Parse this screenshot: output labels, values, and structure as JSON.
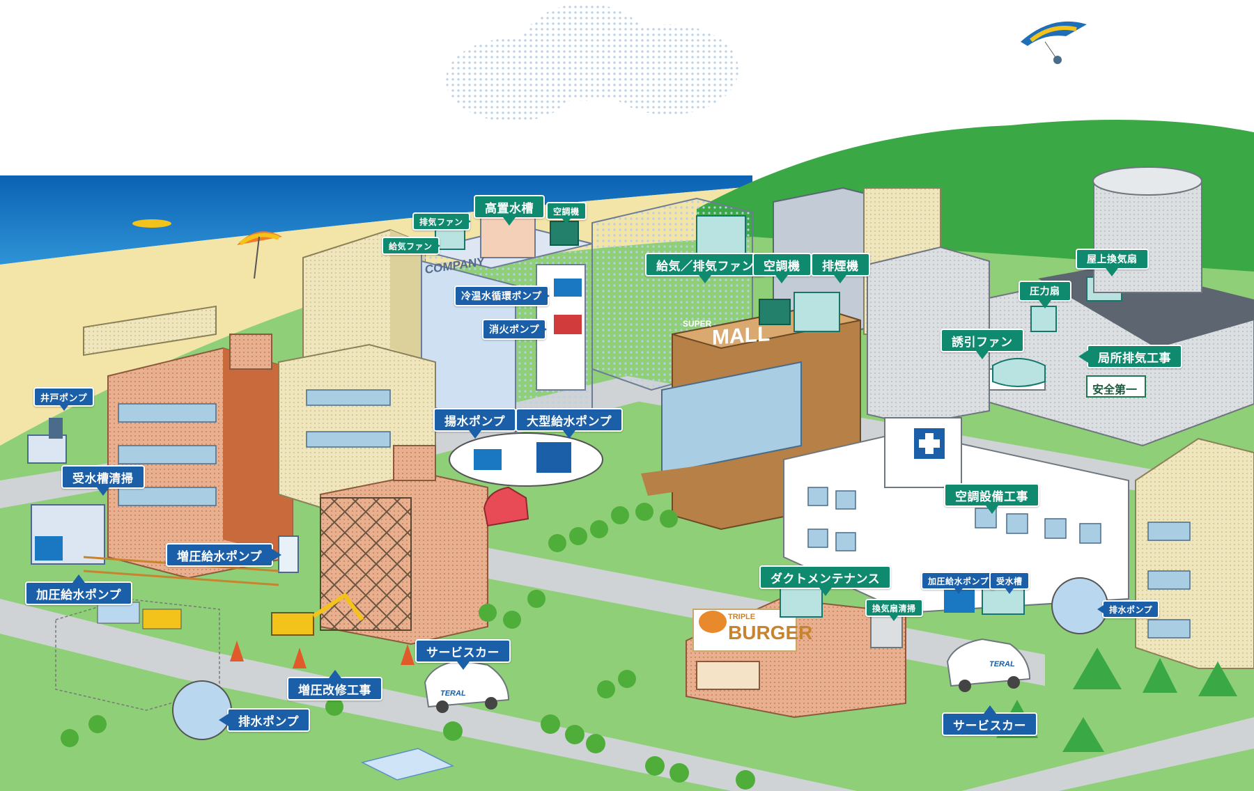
{
  "signs": {
    "company": "COMPANY",
    "mall_super": "SUPER",
    "mall_name": "MALL",
    "burger_small": "TRIPLE",
    "burger_name": "BURGER",
    "safety": "安全第一",
    "teral_left": "TERAL",
    "teral_right": "TERAL"
  },
  "labels": {
    "koutsuisuisou": "高置水槽",
    "haiki_fan_small": "排気ファン",
    "kyuuki_fan_small": "給気ファン",
    "kuchouki_small": "空調機",
    "reionsui_pump": "冷温水循環ポンプ",
    "shouka_pump": "消火ポンプ",
    "kyuuki_haiki_fan": "給気／排気ファン",
    "kuchouki": "空調機",
    "haien_ki": "排煙機",
    "okujou_kanki": "屋上換気扇",
    "atsuryoku_sen": "圧力扇",
    "yuuin_fan": "誘引ファン",
    "kyokusho_haiki": "局所排気工事",
    "ido_pump": "井戸ポンプ",
    "jusui_seisou": "受水槽清掃",
    "kaatsu_pump": "加圧給水ポンプ",
    "zouatsu_pump": "増圧給水ポンプ",
    "yousui_pump": "揚水ポンプ",
    "oogata_pump": "大型給水ポンプ",
    "kuchou_kouji": "空調設備工事",
    "duct_maint": "ダクトメンテナンス",
    "kankisen_seisou": "換気扇清掃",
    "kaatsu_pump_small": "加圧給水ポンプ",
    "jusuisou_small": "受水槽",
    "haisui_pump_small": "排水ポンプ",
    "service_car_1": "サービスカー",
    "service_car_2": "サービスカー",
    "zouatsu_kaishu": "増圧改修工事",
    "haisui_pump": "排水ポンプ"
  },
  "colors": {
    "sea": "#1a78c2",
    "sand": "#f3e4a8",
    "grass": "#7cc36b",
    "hill": "#3aa845",
    "road": "#cfd3d6",
    "label_green": "#0f8a6f",
    "label_blue": "#1a5fa8"
  }
}
